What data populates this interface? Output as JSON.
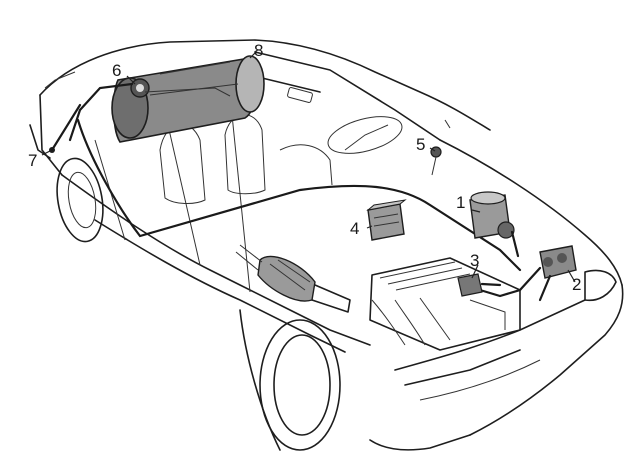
{
  "diagram": {
    "callouts": [
      {
        "id": "c1",
        "label": "1"
      },
      {
        "id": "c2",
        "label": "2"
      },
      {
        "id": "c3",
        "label": "3"
      },
      {
        "id": "c4",
        "label": "4"
      },
      {
        "id": "c5",
        "label": "5"
      },
      {
        "id": "c6",
        "label": "6"
      },
      {
        "id": "c7",
        "label": "7"
      },
      {
        "id": "c8",
        "label": "8"
      }
    ]
  },
  "colors": {
    "line": "#1e1e1e",
    "tank_fill": "#8a8a8a",
    "component_fill": "#9a9a9a",
    "background": "#ffffff"
  }
}
